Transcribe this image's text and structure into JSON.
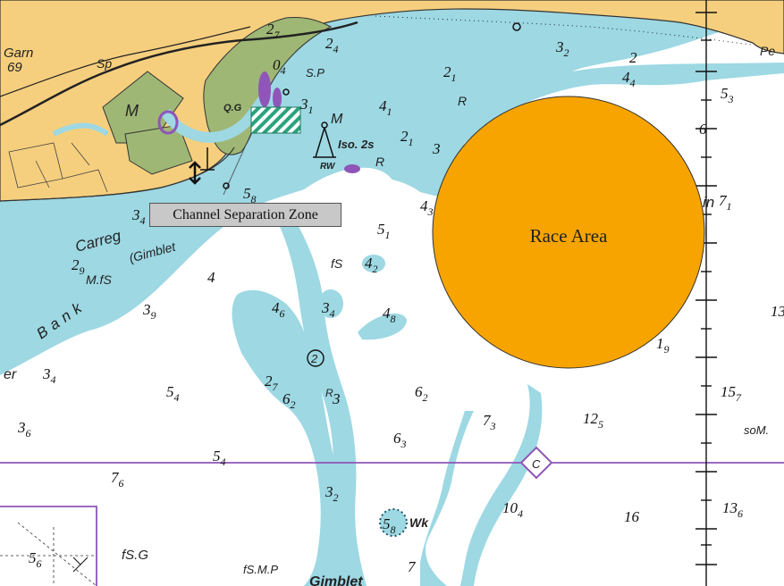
{
  "map": {
    "overlays": {
      "channel_separation_zone": "Channel Separation Zone",
      "race_area": "Race Area"
    },
    "place_labels": {
      "garn": "Garn",
      "garn_height": "69",
      "sp_land": "Sp",
      "pe": "Pe",
      "m_land": "M",
      "qg": "Q.G",
      "sp_sea": "S.P",
      "m_buoy": "M",
      "iso": "Iso. 2s",
      "rw": "RW",
      "r1": "R",
      "r2": "R",
      "r3": "R",
      "carreg": "Carreg",
      "gimblet": "(Gimblet",
      "bank": "Bank",
      "mfs": "M.fS",
      "fs": "fS",
      "er": "er",
      "wk": "Wk",
      "fsg": "fS.G",
      "fsmp": "fS.M.P",
      "gimblet_s": "Gimblet",
      "som": "soM.",
      "in": "in",
      "compass_c": "C",
      "circled_two": "2"
    },
    "depths": [
      "2 7",
      "2 4",
      "0 4",
      "3 1",
      "4 1",
      "2 1",
      "3",
      "2 1",
      "3 2",
      "2",
      "4 4",
      "5 3",
      "6",
      "7 1",
      "5 8",
      "3 4",
      "4 3",
      "5 1",
      "4 2",
      "2 9",
      "4",
      "3 9",
      "4 6",
      "3 4",
      "4 8",
      "1 9",
      "3 4",
      "5 4",
      "2 7",
      "6 2",
      "3",
      "6 2",
      "15 7",
      "3 6",
      "6 3",
      "7 3",
      "12 5",
      "5 4",
      "7 6",
      "3 2",
      "10 4",
      "16",
      "13 6",
      "5 8",
      "5 6",
      "7",
      "13"
    ]
  },
  "colors": {
    "land": "#f6cf7e",
    "marsh": "#9eb775",
    "shallow": "#9dd8e3",
    "deep": "#ffffff",
    "race": "#f7a400",
    "hatch": "#2aa37c",
    "magenta": "#8f55b8"
  }
}
